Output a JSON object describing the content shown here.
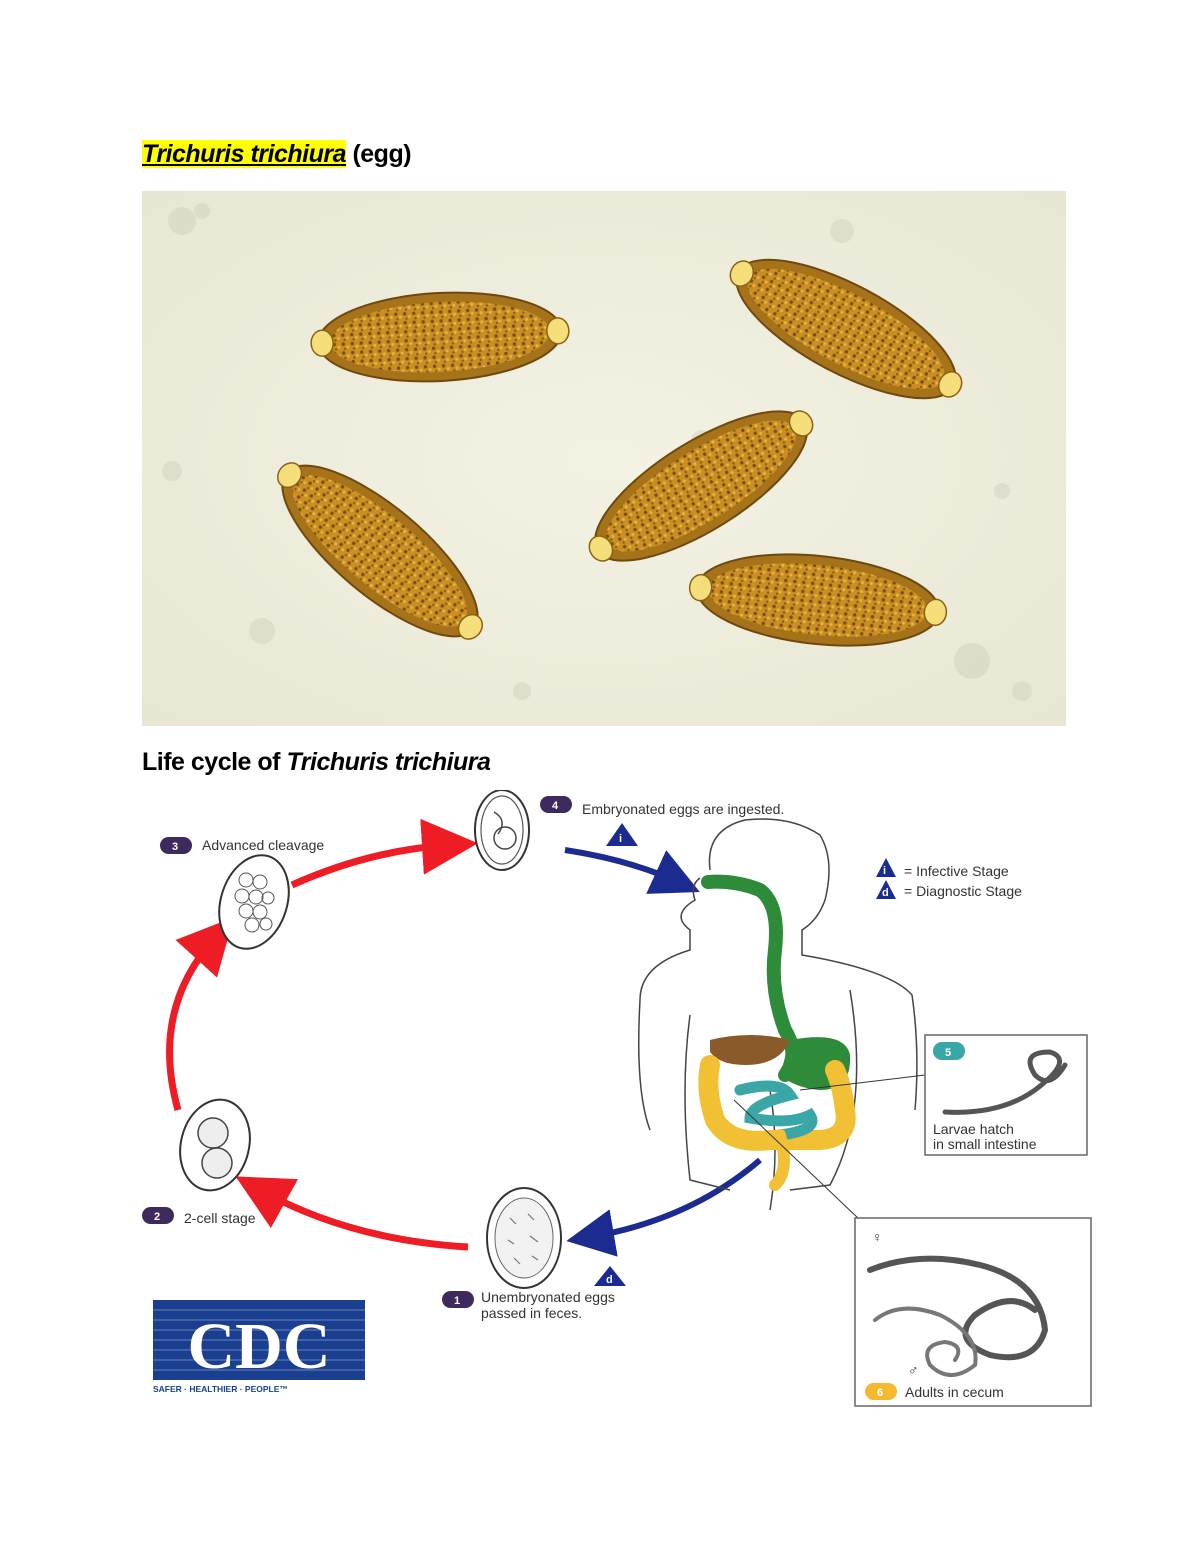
{
  "heading_egg": {
    "species": "Trichuris trichiura",
    "suffix": " (egg)"
  },
  "heading_lifecycle": {
    "prefix": "Life cycle of ",
    "species": "Trichuris trichiura"
  },
  "lifecycle": {
    "steps": [
      {
        "number": "1",
        "line1": "Unembryonated eggs",
        "line2": "passed in feces."
      },
      {
        "number": "2",
        "line1": "2-cell stage"
      },
      {
        "number": "3",
        "line1": "Advanced cleavage"
      },
      {
        "number": "4",
        "line1": "Embryonated eggs are ingested."
      },
      {
        "number": "5",
        "line1": "Larvae hatch",
        "line2": "in small intestine"
      },
      {
        "number": "6",
        "line1": "Adults in cecum"
      }
    ],
    "legend": {
      "infective_letter": "i",
      "infective_label": "= Infective Stage",
      "diagnostic_letter": "d",
      "diagnostic_label": "= Diagnostic Stage"
    },
    "female_symbol": "♀",
    "male_symbol": "♂"
  },
  "logo": {
    "text": "CDC",
    "tagline": "SAFER · HEALTHIER · PEOPLE™"
  },
  "colors": {
    "highlight": "#ffff00",
    "red_arrow": "#ee1c24",
    "blue_arrow": "#1b2b8f",
    "badge_purple": "#3f2a5e",
    "badge_teal": "#3aa6a6",
    "badge_orange": "#f5b82e",
    "cdc_blue": "#1a3f91",
    "esophagus_green": "#2e8b3a",
    "intestine_teal": "#3aa6a6",
    "colon_yellow": "#f2c034",
    "liver_brown": "#8b5a2b",
    "egg_brown": "#b07a1a"
  }
}
